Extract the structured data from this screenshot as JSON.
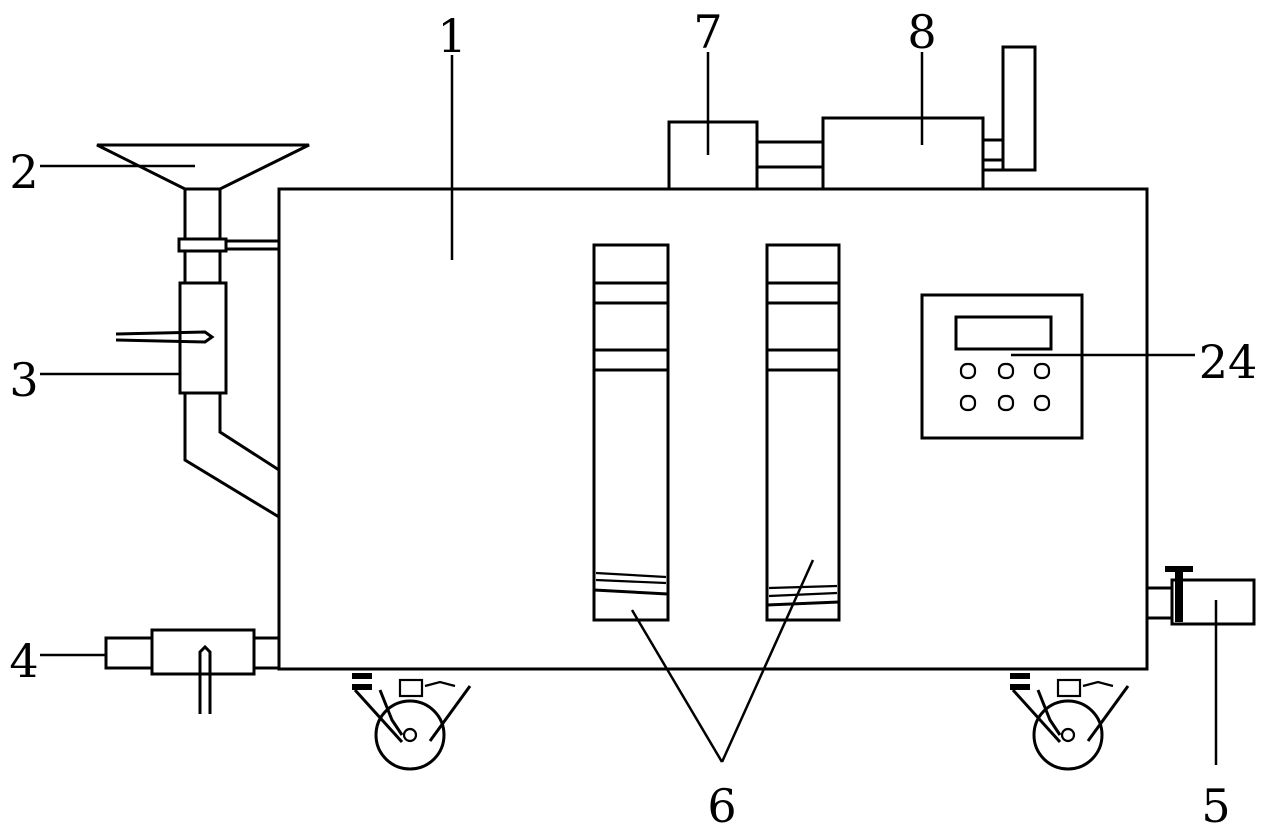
{
  "labels": {
    "tank": "1",
    "funnel": "2",
    "valve": "3",
    "inlet_pipe": "4",
    "outlet_pipe": "5",
    "filter_columns": "6",
    "pump": "7",
    "motor": "8",
    "control_panel": "24"
  }
}
